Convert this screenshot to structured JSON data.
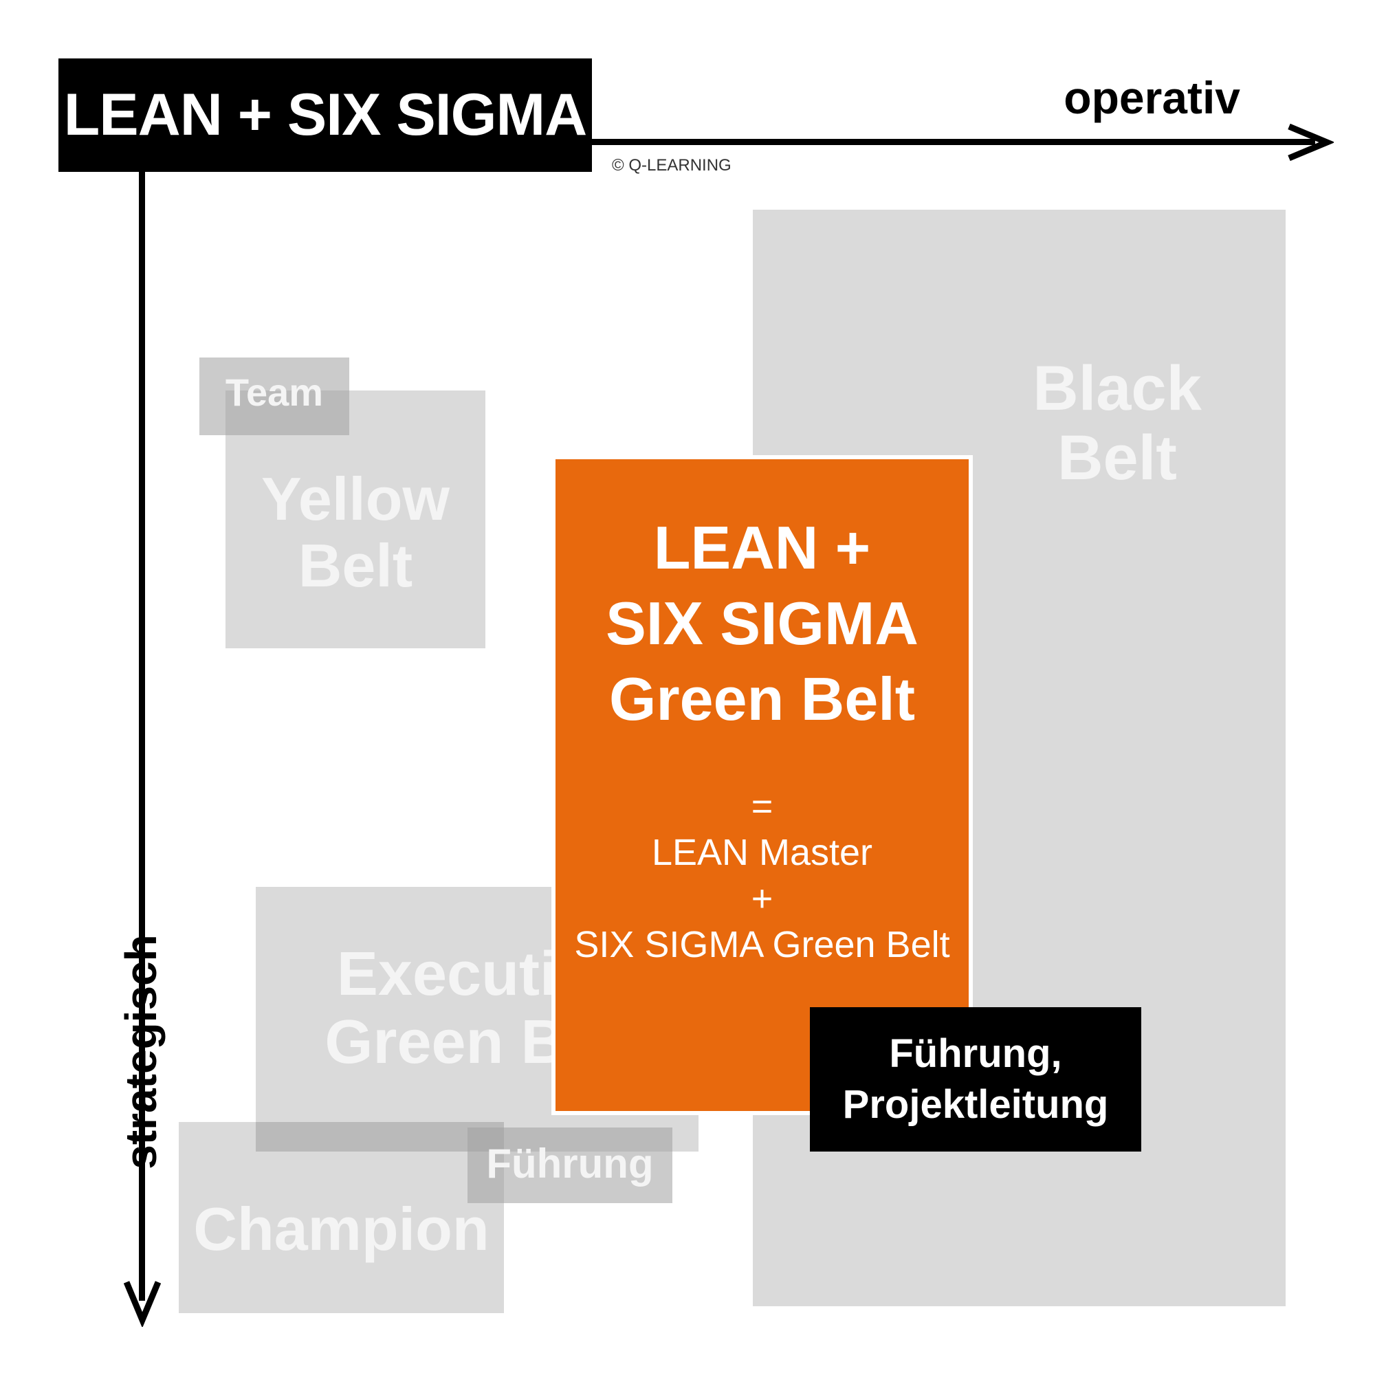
{
  "header": {
    "title": "LEAN + SIX SIGMA",
    "copyright": "© Q-LEARNING"
  },
  "axes": {
    "horizontal": "operativ",
    "vertical": "strategisch"
  },
  "boxes": {
    "black_belt": {
      "line1": "Black",
      "line2": "Belt"
    },
    "yellow_belt": {
      "tab": "Team",
      "line1": "Yellow",
      "line2": "Belt"
    },
    "executive_green_belt": {
      "line1": "Executive",
      "line2": "Green Belt"
    },
    "champion": {
      "label": "Champion",
      "tab": "Führung"
    },
    "green_belt": {
      "title_line1": "LEAN +",
      "title_line2": "SIX SIGMA",
      "title_line3": "Green Belt",
      "eq": "=",
      "part1": "LEAN Master",
      "plus": "+",
      "part2": "SIX SIGMA Green Belt"
    },
    "leadership": {
      "line1": "Führung,",
      "line2": "Projektleitung"
    }
  },
  "colors": {
    "accent": "#e8690d",
    "grey_box": "#dadada",
    "axis": "#000000"
  }
}
